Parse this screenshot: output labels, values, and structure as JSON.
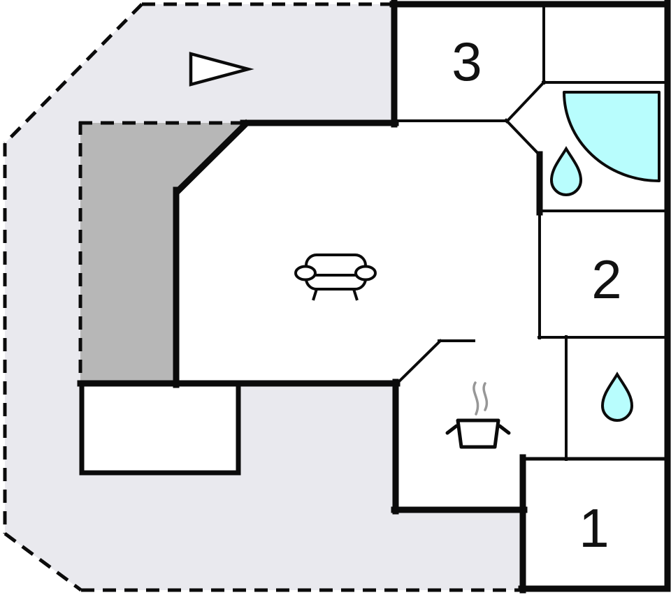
{
  "plan": {
    "kind": "holiday-home-floor-plan",
    "rooms": [
      {
        "label": "1"
      },
      {
        "label": "2"
      },
      {
        "label": "3"
      }
    ],
    "icons": {
      "pennant": "direction-pennant",
      "sofa": "sofa",
      "stove": "cooking-pot-with-steam",
      "shower": "corner-shower",
      "drop_bath": "water-drop",
      "drop_wc": "water-drop"
    },
    "colors": {
      "terrace": "#e9e9ee",
      "annex": "#b7b7b7",
      "water": "#b8fdfd",
      "wall": "#0b0b0b",
      "steam": "#979797",
      "room_fill": "#ffffff"
    }
  }
}
